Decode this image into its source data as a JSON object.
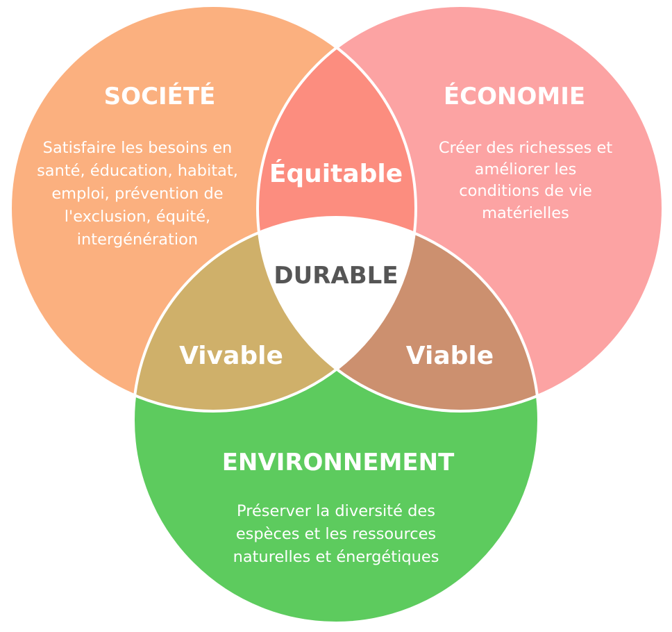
{
  "diagram": {
    "sets": {
      "societe": {
        "title": "SOCIÉTÉ",
        "description": [
          "Satisfaire les besoins en",
          "santé, éducation, habitat,",
          "emploi, prévention de",
          "l'exclusion, équité,",
          "intergénération"
        ],
        "color": "#FBB07F"
      },
      "economie": {
        "title": "ÉCONOMIE",
        "description": [
          "Créer des richesses et",
          "améliorer les",
          "conditions de vie",
          "matérielles"
        ],
        "color": "#FCA3A3"
      },
      "environnement": {
        "title": "ENVIRONNEMENT",
        "description": [
          "Préserver la diversité des",
          "espèces et les ressources",
          "naturelles et énergétiques"
        ],
        "color": "#5DCB5E"
      }
    },
    "intersections": {
      "societe_economie": {
        "label": "Équitable",
        "color": "#FC8D7F"
      },
      "societe_environnement": {
        "label": "Vivable",
        "color": "#CFB06A"
      },
      "economie_environnement": {
        "label": "Viable",
        "color": "#CC906F"
      },
      "all": {
        "label": "DURABLE",
        "color": "#FFFFFF"
      }
    },
    "outline_color": "#FFFFFF"
  }
}
